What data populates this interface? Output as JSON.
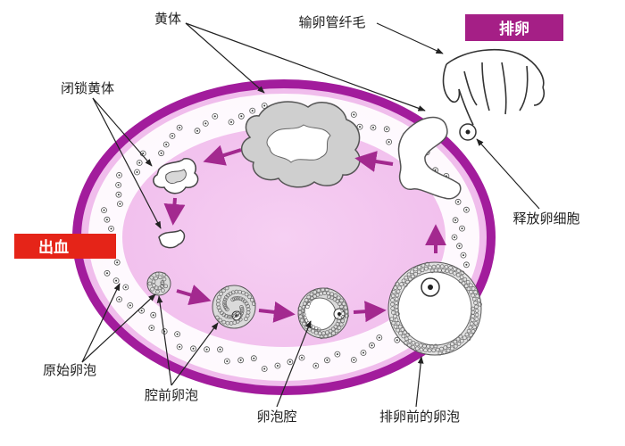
{
  "labels": {
    "corpus_luteum": "黄体",
    "fimbriae": "输卵管纤毛",
    "ovulation": "排卵",
    "atretic_corpus_luteum": "闭锁黄体",
    "released_oocyte": "释放卵细胞",
    "bleeding": "出血",
    "primordial_follicle": "原始卵泡",
    "antral_follicle": "腔前卵泡",
    "follicular_antrum": "卵泡腔",
    "preovulatory_follicle": "排卵前的卵泡"
  },
  "colors": {
    "ovary_rim": "#a21c9c",
    "ovary_fill": "#f3c2ef",
    "ovulation_badge": "#a51f86",
    "bleeding_badge": "#e52418",
    "arrow_magenta": "#a3298f",
    "corpus_gray": "#cfcfcf"
  }
}
